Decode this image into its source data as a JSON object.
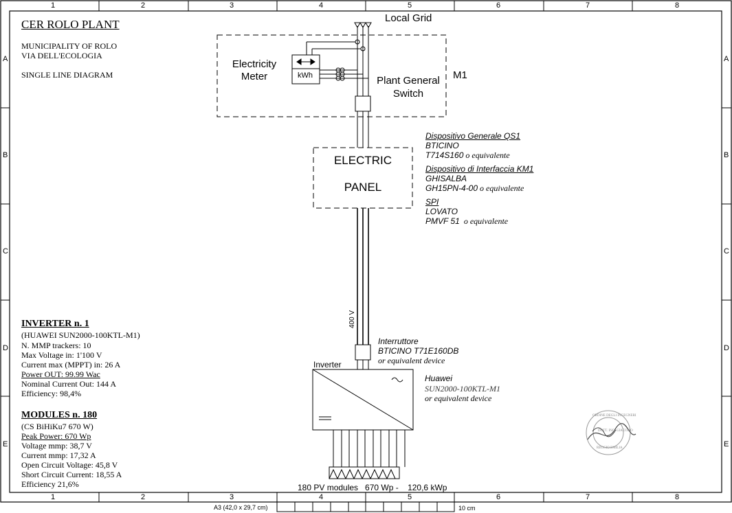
{
  "frame": {
    "columns": [
      "1",
      "2",
      "3",
      "4",
      "5",
      "6",
      "7",
      "8"
    ],
    "rows": [
      "A",
      "B",
      "C",
      "D",
      "E"
    ],
    "paper_size": "A3 (42,0 x 29,7 cm)",
    "scale_bar_label": "10 cm"
  },
  "title_block": {
    "title": "CER ROLO PLANT",
    "line1": "MUNICIPALITY OF ROLO",
    "line2": "VIA DELL'ECOLOGIA",
    "line3": "SINGLE LINE DIAGRAM"
  },
  "inverter_specs": {
    "heading": "INVERTER n. 1",
    "lines": [
      "(HUAWEI SUN2000-100KTL-M1)",
      "N. MMP trackers: 10",
      "Max Voltage in: 1'100 V",
      "Current max (MPPT) in: 26 A",
      "Power OUT: 99.99 Wac",
      "Nominal Current Out: 144 A",
      "Efficiency: 98,4%"
    ]
  },
  "module_specs": {
    "heading": "MODULES n. 180",
    "lines": [
      "(CS BiHiKu7 670 W)",
      "Peak Power: 670 Wp",
      "Voltage mmp: 38,7 V",
      "Current mmp: 17,32 A",
      "Open Circuit Voltage: 45,8 V",
      "Short Circuit Current: 18,55 A",
      "Efficiency 21,6%"
    ]
  },
  "diagram": {
    "local_grid": "Local Grid",
    "electricity_meter_l1": "Electricity",
    "electricity_meter_l2": "Meter",
    "meter_unit": "kWh",
    "general_switch_l1": "Plant General",
    "general_switch_l2": "Switch",
    "m1": "M1",
    "panel_l1": "ELECTRIC",
    "panel_l2": "PANEL",
    "voltage": "400 V",
    "inverter_label": "Inverter",
    "pv_label": "180 PV modules   670 Wp -    120,6 kWp"
  },
  "devices": {
    "qs1_title": "Dispositivo Generale QS1",
    "qs1_brand": "BTICINO",
    "qs1_model": "T714S160",
    "km1_title": "Dispositivo di Interfaccia KM1",
    "km1_brand": "GHISALBA",
    "km1_model": "GH15PN-4-00",
    "spi_title": "SPI",
    "spi_brand": "LOVATO",
    "spi_model": "PMVF 51",
    "equiv_it": "o equivalente",
    "breaker_title": "Interruttore",
    "breaker_model": "BTICINO T71E160DB",
    "breaker_equiv": "or equivalent device",
    "inverter_brand": "Huawei",
    "inverter_model": "SUN2000-100KTL-M1",
    "inverter_equiv": "or equivalent device"
  },
  "stamp": {
    "text_top": "ORDINE DEGLI INGEGNERI",
    "text_mid": "DOTT. ING. GIACOMO",
    "text_bottom": "REGGIO EMILIA"
  }
}
